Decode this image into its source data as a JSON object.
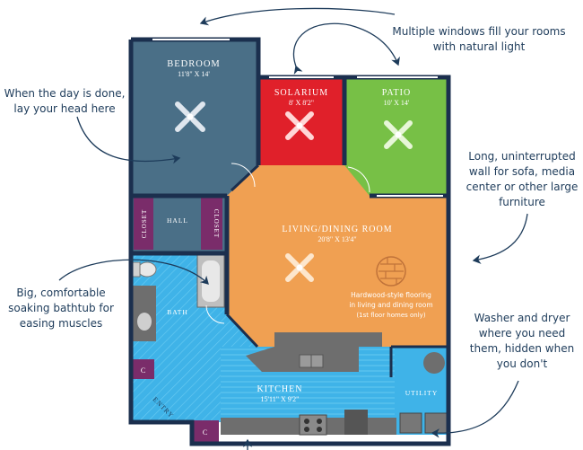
{
  "rooms": {
    "bedroom": {
      "name": "BEDROOM",
      "dims": "11'8\" X 14'"
    },
    "solarium": {
      "name": "SOLARIUM",
      "dims": "8' X 8'2\""
    },
    "patio": {
      "name": "PATIO",
      "dims": "10' X 14'"
    },
    "living": {
      "name": "LIVING/DINING ROOM",
      "dims": "20'8\" X 13'4\""
    },
    "kitchen": {
      "name": "KITCHEN",
      "dims": "15'11\" X 9'2\""
    },
    "hall": {
      "name": "HALL"
    },
    "closet_left": {
      "name": "CLOSET"
    },
    "closet_right": {
      "name": "CLOSET"
    },
    "bath": {
      "name": "BATH"
    },
    "utility": {
      "name": "UTILITY"
    },
    "entry": {
      "name": "ENTRY"
    },
    "c_left": {
      "name": "C"
    },
    "c_bottom": {
      "name": "C"
    }
  },
  "flooring_note": {
    "line1": "Hardwood-style flooring",
    "line2": "in living and dining room",
    "line3": "(1st floor homes only)"
  },
  "callouts": {
    "windows": {
      "line1": "Multiple windows fill your rooms",
      "line2": "with natural light"
    },
    "bedroom": {
      "line1": "When the day is done,",
      "line2": "lay your head here"
    },
    "wall": {
      "line1": "Long, uninterrupted",
      "line2": "wall for sofa, media",
      "line3": "center or other large",
      "line4": "furniture"
    },
    "bathtub": {
      "line1": "Big, comfortable",
      "line2": "soaking bathtub for",
      "line3": "easing muscles"
    },
    "washer": {
      "line1": "Washer and dryer",
      "line2": "where you need",
      "line3": "them, hidden when",
      "line4": "you don't"
    }
  },
  "colors": {
    "bedroom": "#4a6f87",
    "solarium": "#e0202a",
    "patio": "#77c046",
    "living": "#f0a052",
    "kitchen_bath": "#3fb3e8",
    "closet": "#7a2c6a",
    "counter": "#6e6e6e",
    "wall": "#1b2f4e",
    "text": "#1d3b5a"
  }
}
